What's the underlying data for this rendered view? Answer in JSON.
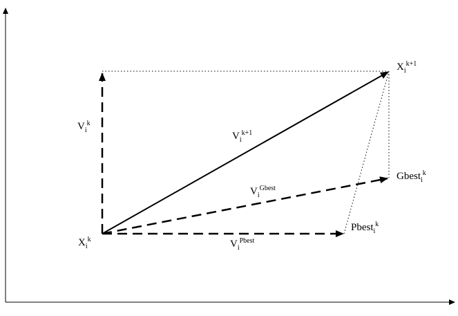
{
  "labels": {
    "x_k1": {
      "base": "X",
      "sub": "i",
      "sup": "k+1"
    },
    "v_k": {
      "base": "V",
      "sub": "i",
      "sup": "k"
    },
    "v_k1": {
      "base": "V",
      "sub": "i",
      "sup": "k+1"
    },
    "gbest": {
      "base": "Gbest",
      "sub": "i",
      "sup": "k"
    },
    "v_gbest": {
      "base": "V",
      "sub": "i",
      "sup": "Gbest"
    },
    "x_k": {
      "base": "X",
      "sub": "i",
      "sup": "k"
    },
    "pbest": {
      "base": "Pbest",
      "sub": "i",
      "sup": "k"
    },
    "v_pbest": {
      "base": "V",
      "sub": "i",
      "sup": "Pbest"
    }
  }
}
